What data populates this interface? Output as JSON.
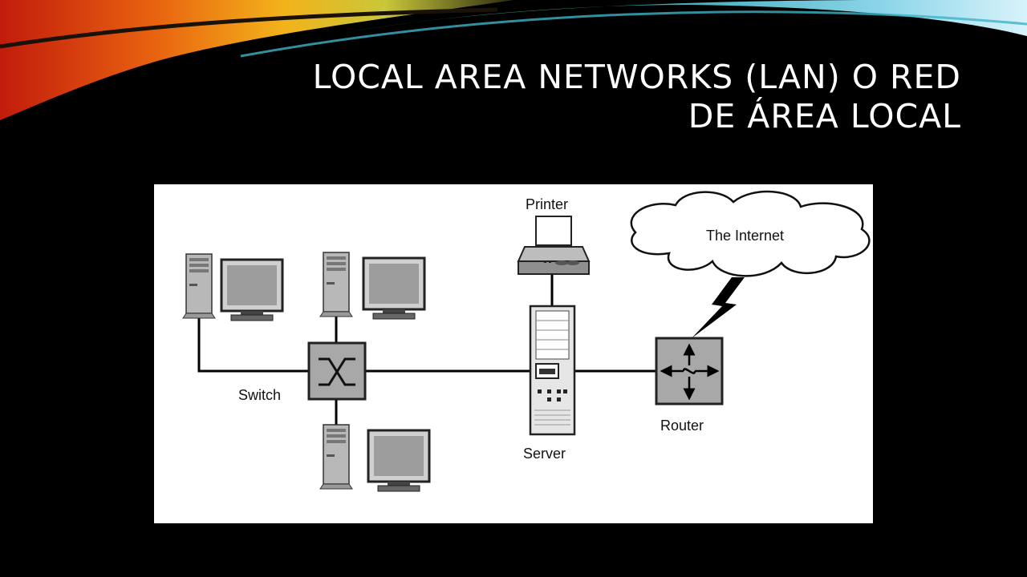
{
  "slide": {
    "title_line1": "LOCAL AREA NETWORKS (LAN) O RED",
    "title_line2": "DE ÁREA LOCAL"
  },
  "diagram": {
    "labels": {
      "printer": "Printer",
      "internet": "The Internet",
      "switch": "Switch",
      "server": "Server",
      "router": "Router"
    },
    "nodes": [
      "workstation-1",
      "workstation-2",
      "workstation-3",
      "switch",
      "printer",
      "server",
      "router",
      "internet-cloud"
    ],
    "connections": [
      [
        "workstation-1",
        "switch"
      ],
      [
        "workstation-2",
        "switch"
      ],
      [
        "workstation-3",
        "switch"
      ],
      [
        "switch",
        "server"
      ],
      [
        "printer",
        "server"
      ],
      [
        "server",
        "router"
      ],
      [
        "router",
        "internet-cloud"
      ]
    ]
  }
}
